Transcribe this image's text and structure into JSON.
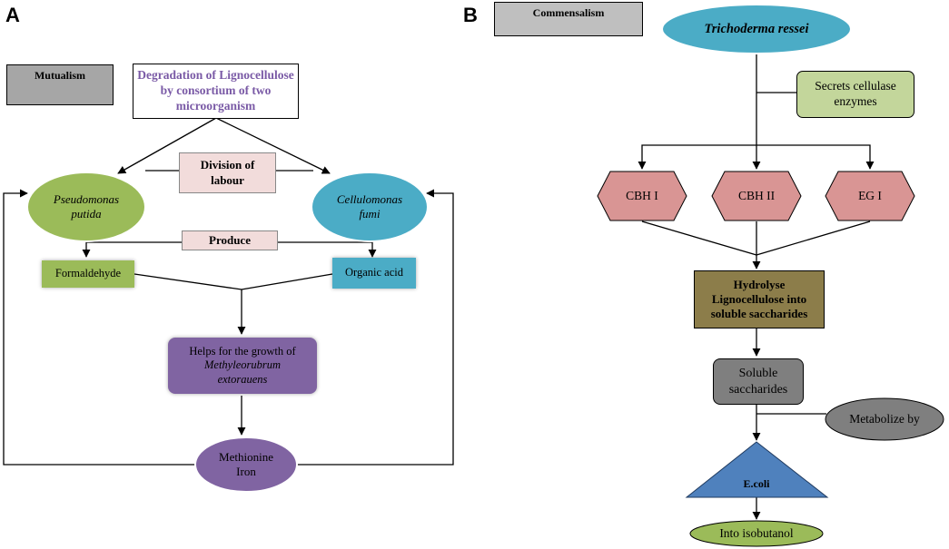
{
  "panel_a": {
    "letter": "A",
    "tag": "Mutualism",
    "title": [
      "Degradation of Lignocellulose",
      "by consortium of two",
      "microorganism"
    ],
    "division_label": [
      "Division of",
      "labour"
    ],
    "organism_left": [
      "Pseudomonas",
      "putida"
    ],
    "organism_right": [
      "Cellulomonas",
      "fumi"
    ],
    "produce_label": "Produce",
    "product_left": "Formaldehyde",
    "product_right": "Organic acid",
    "growth_box": [
      "Helps for the growth of",
      "Methyleorubrum",
      "extorauens"
    ],
    "result": [
      "Methionine",
      "Iron"
    ]
  },
  "panel_b": {
    "letter": "B",
    "tag": "Commensalism",
    "organism": "Trichoderma ressei",
    "secretes": [
      "Secrets cellulase",
      "enzymes"
    ],
    "enzymes": [
      "CBH I",
      "CBH II",
      "EG I"
    ],
    "hydrolyse": [
      "Hydrolyse",
      "Lignocellulose into",
      "soluble saccharides"
    ],
    "soluble": [
      "Soluble",
      "saccharides"
    ],
    "metabolize": "Metabolize by",
    "ecoli": "E.coli",
    "product": "Into isobutanol"
  },
  "colors": {
    "green": "#9bbb59",
    "light_green": "#c3d69b",
    "blue": "#4bacc6",
    "pink": "#f2dcdb",
    "purple": "#8064a2",
    "hex_pink": "#d99594",
    "olive": "#8c7d4a",
    "gray_dark": "#7f7f7f",
    "gray_tag": "#a6a6a6",
    "triangle_blue": "#4f81bd"
  }
}
